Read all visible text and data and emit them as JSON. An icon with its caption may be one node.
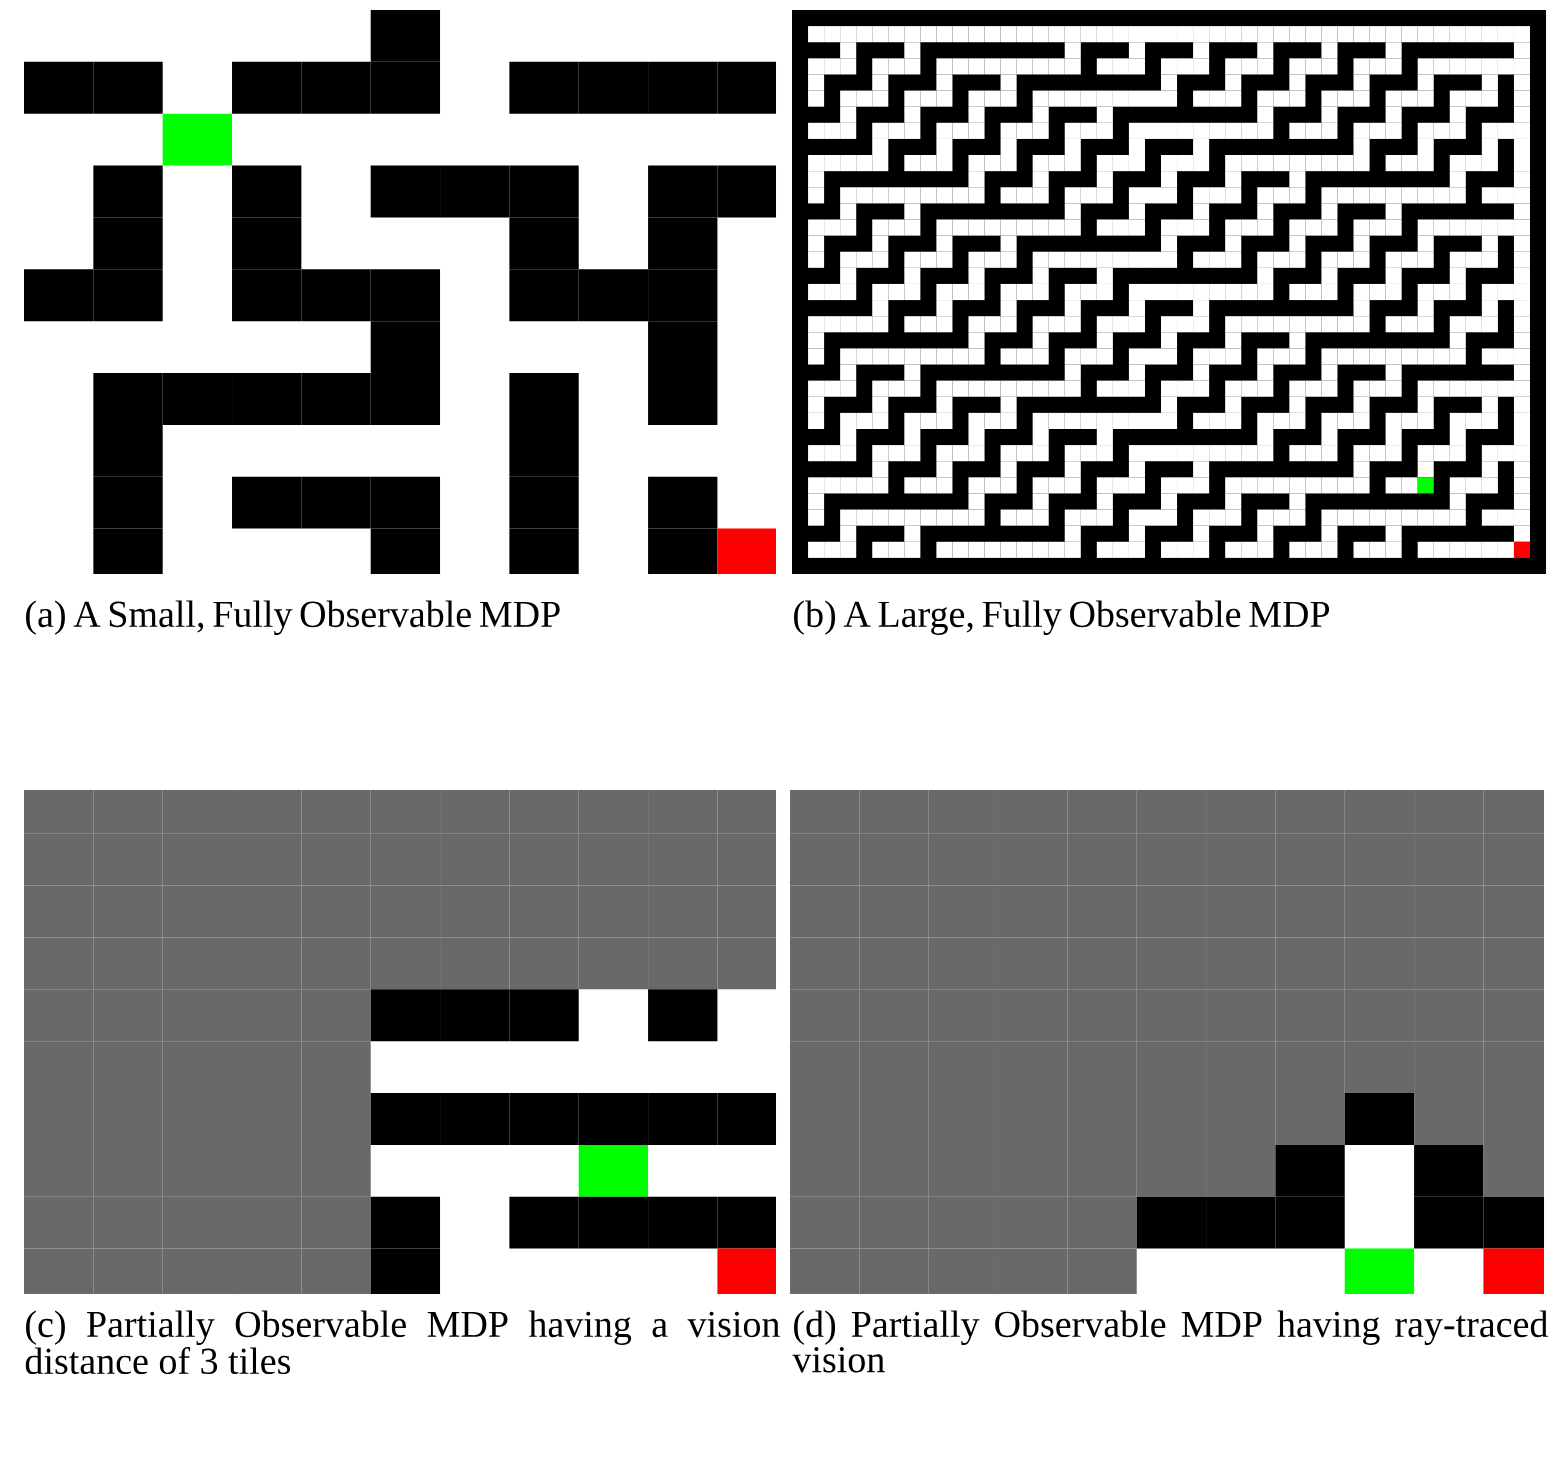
{
  "diagram": {
    "labels": [
      "(a) A Small, Fully Observable MDP",
      "(b) A Large, Fully Observable MDP",
      "(c) Partially Observable MDP having a vision distance of 3 tiles",
      "(d) Partially Observable MDP having ray-traced vision"
    ]
  }
}
